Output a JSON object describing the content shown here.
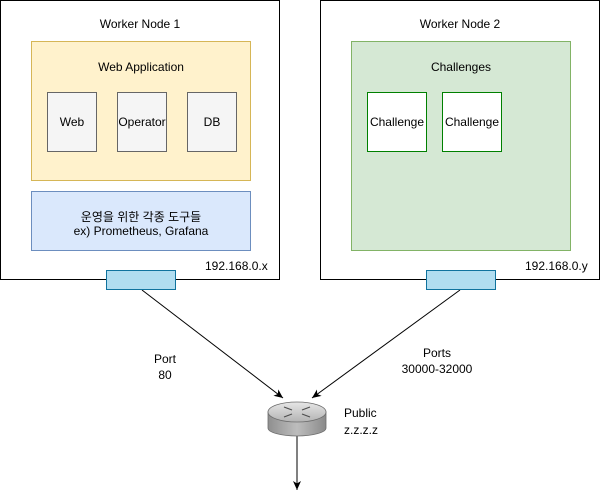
{
  "node1": {
    "title": "Worker Node 1",
    "web_application": {
      "title": "Web Application",
      "components": [
        "Web",
        "Operator",
        "DB"
      ]
    },
    "tools": {
      "line1": "운영을 위한 각종 도구들",
      "line2": "ex) Prometheus, Grafana"
    },
    "ip": "192.168.0.x"
  },
  "node2": {
    "title": "Worker Node 2",
    "challenges": {
      "title": "Challenges",
      "items": [
        "Challenge",
        "Challenge"
      ]
    },
    "ip": "192.168.0.y"
  },
  "links": {
    "port_left_line1": "Port",
    "port_left_line2": "80",
    "port_right_line1": "Ports",
    "port_right_line2": "30000-32000"
  },
  "router": {
    "label_line1": "Public",
    "label_line2": "z.z.z.z",
    "icon": "router-icon"
  },
  "colors": {
    "web_app_fill": "#fff2cc",
    "web_app_border": "#d6b656",
    "tools_fill": "#dae8fc",
    "tools_border": "#6c8ebf",
    "challenges_fill": "#d5e8d4",
    "challenges_border": "#82b366",
    "component_fill": "#f5f5f5",
    "challenge_border": "#008000",
    "nic_fill": "#b1ddf0",
    "nic_border": "#10739e"
  }
}
